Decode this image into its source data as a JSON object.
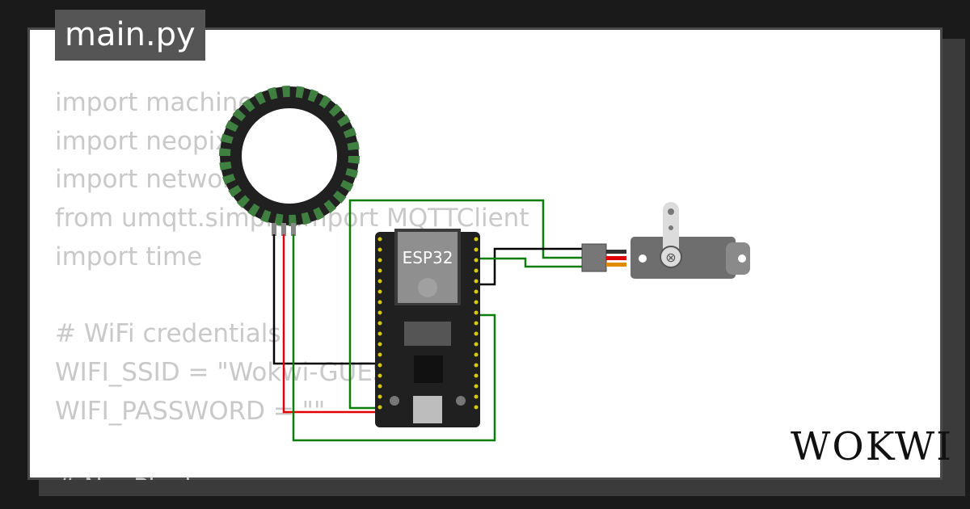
{
  "tab": {
    "label": "main.py"
  },
  "code_lines": [
    "import machine",
    "import neopixel",
    "import network",
    "from umqtt.simple import MQTTClient",
    "import time",
    "",
    "# WiFi credentials",
    "WIFI_SSID = \"Wokwi-GUEST\"",
    "WIFI_PASSWORD = \"\"",
    "",
    "# NeoPixel"
  ],
  "board": {
    "label": "ESP32"
  },
  "brand": {
    "logo_text": "WOKWI"
  },
  "colors": {
    "wire_green": "#0a7d0a",
    "wire_red": "#e00000",
    "wire_black": "#000000",
    "ring_green": "#3f7f3f",
    "servo_body": "#6e6e6e",
    "board_black": "#202020"
  }
}
